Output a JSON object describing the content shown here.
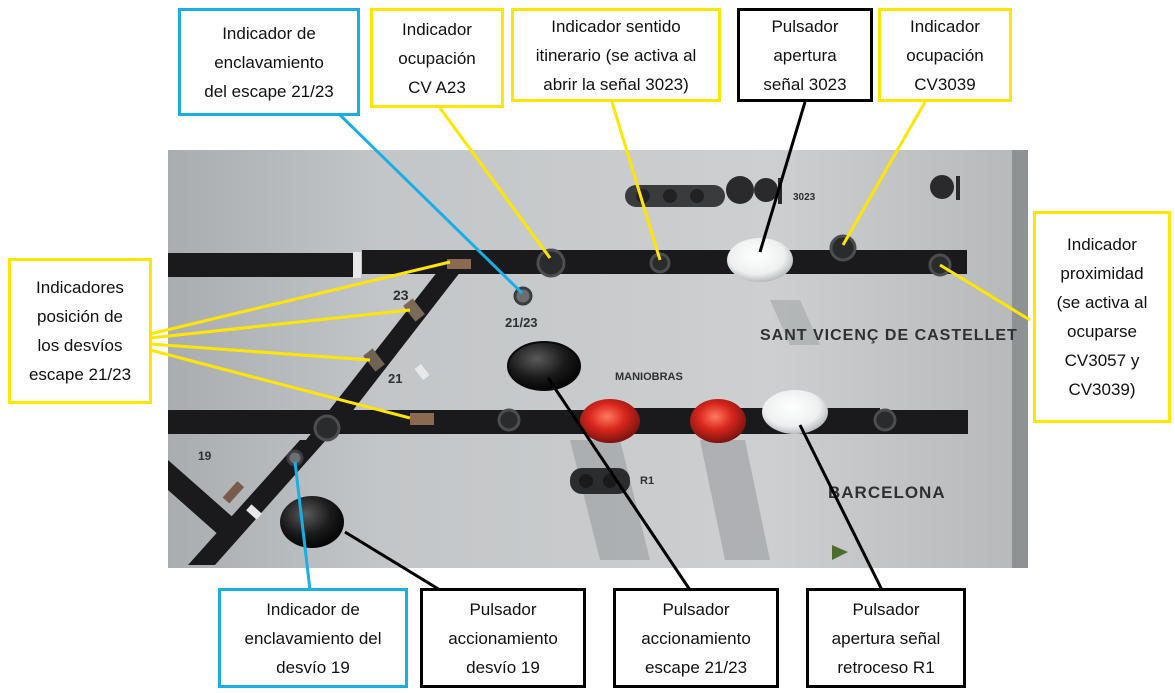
{
  "colors": {
    "yellow_border": "#ffe600",
    "blue_border": "#19aee6",
    "black_border": "#000000",
    "panel_background": "#c4c6c8",
    "track": "#1a1a1c",
    "red_lamp": "#d8261c",
    "white_button": "#f2f4f4"
  },
  "labels": {
    "escape_lock_indicator": "Indicador de\nenclavamiento\ndel escape 21/23",
    "cv_a23_indicator": "Indicador\nocupación\nCV A23",
    "route_direction_indicator": "Indicador sentido\nitinerario (se activa al\nabrir la señal 3023)",
    "signal_3023_button": "Pulsador\napertura\nseñal 3023",
    "cv3039_indicator": "Indicador\nocupación\nCV3039",
    "proximity_indicator": "Indicador\nproximidad\n(se activa al\nocuparse\nCV3057 y\nCV3039)",
    "switch_position_indicators": "Indicadores\nposición de\nlos desvíos\nescape 21/23",
    "switch_19_lock_indicator": "Indicador de\nenclavamiento del\ndesvío 19",
    "switch_19_button": "Pulsador\naccionamiento\ndesvío 19",
    "escape_21_23_button": "Pulsador\naccionamiento\nescape 21/23",
    "reverse_signal_r1_button": "Pulsador\napertura señal\nretroceso R1"
  },
  "panel_text": {
    "num_23": "23",
    "num_21_23": "21/23",
    "num_21": "21",
    "num_19": "19",
    "num_3023": "3023",
    "maniobras": "MANIOBRAS",
    "station": "SANT VICENÇ DE CASTELLET",
    "r1": "R1",
    "barcelona": "BARCELONA"
  }
}
